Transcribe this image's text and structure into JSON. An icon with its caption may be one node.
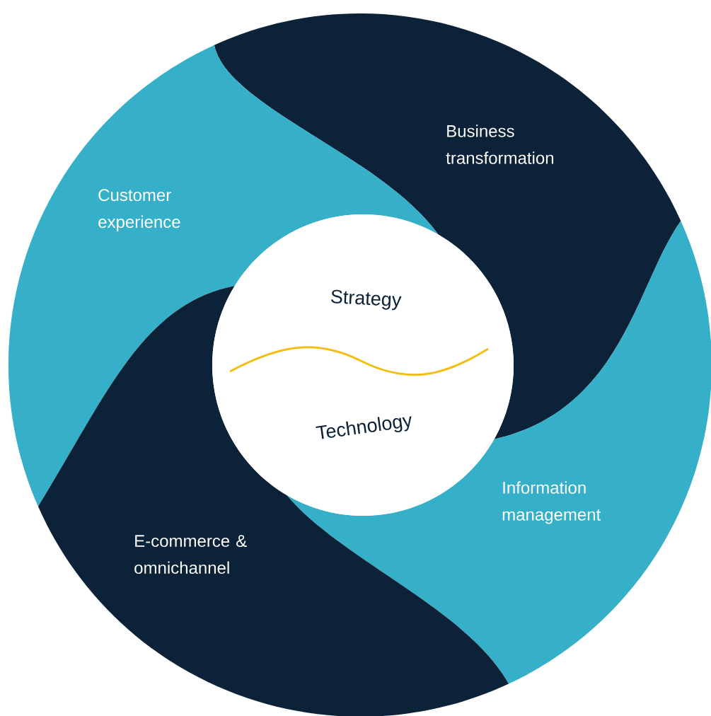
{
  "diagram": {
    "nodes": [
      {
        "text": [
          "Business transformation"
        ]
      },
      {
        "text": [
          "Customer experience"
        ]
      },
      {
        "text": [
          "Strategy",
          "Technology"
        ]
      },
      {
        "text": [
          "Information management"
        ]
      },
      {
        "text": [
          "E-commerce & omnichannel"
        ]
      }
    ]
  }
}
